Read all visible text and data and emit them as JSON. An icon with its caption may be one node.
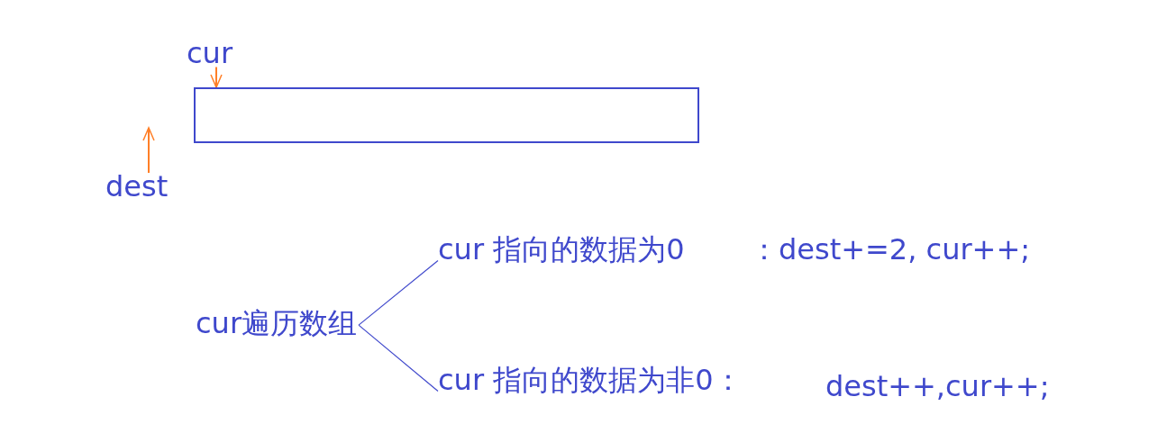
{
  "diagram": {
    "nodes": [
      {
        "text": [
          "cur"
        ]
      },
      {
        "text": [],
        "shape": "box"
      },
      {
        "text": [
          "dest"
        ]
      },
      {
        "text": [
          "cur遍历数组"
        ]
      },
      {
        "text": [
          "cur 指向的数据为0"
        ],
        "beside": [
          "：dest+=2, cur++;"
        ]
      },
      {
        "text": [
          "cur 指向的数据为非0："
        ],
        "beside": [
          "dest++,cur++;"
        ]
      }
    ],
    "edges": [
      {
        "from": 0,
        "to": 1,
        "arrow": "to",
        "color": "#ff7f27"
      },
      {
        "from": 2,
        "to": null,
        "arrow": "to",
        "color": "#ff7f27"
      },
      {
        "from": 3,
        "to": 4,
        "arrow": "none",
        "color": "#3f48cc"
      },
      {
        "from": 3,
        "to": 5,
        "arrow": "none",
        "color": "#3f48cc"
      }
    ]
  }
}
